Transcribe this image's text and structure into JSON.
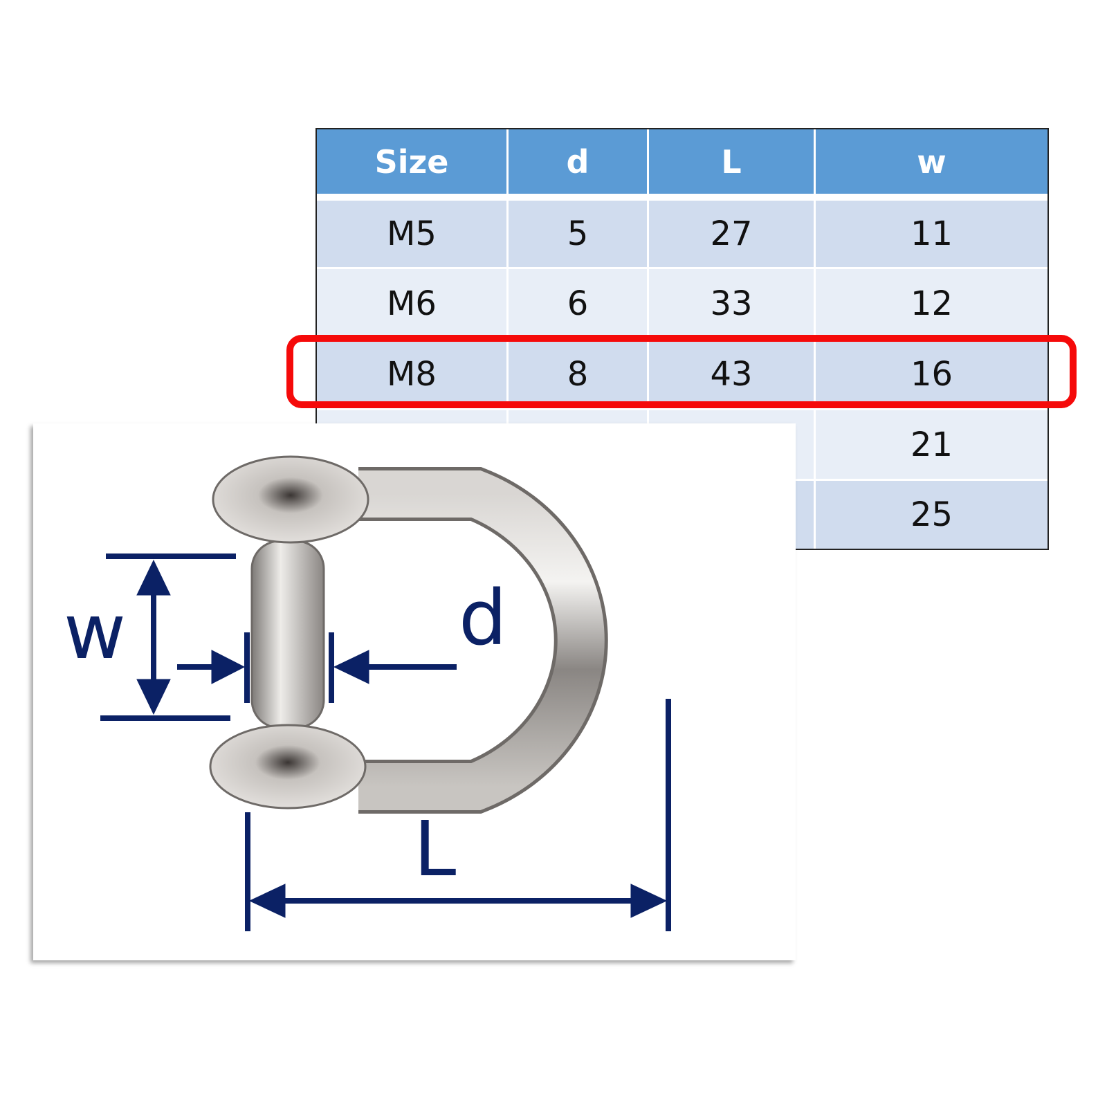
{
  "table": {
    "headers": [
      "Size",
      "d",
      "L",
      "w"
    ],
    "rows": [
      [
        "M5",
        "5",
        "27",
        "11"
      ],
      [
        "M6",
        "6",
        "33",
        "12"
      ],
      [
        "M8",
        "8",
        "43",
        "16"
      ],
      [
        "",
        "",
        "",
        "21"
      ],
      [
        "",
        "",
        "",
        "25"
      ]
    ],
    "highlighted_row": 2
  },
  "diagram": {
    "labels": {
      "w": "w",
      "d": "d",
      "L": "L"
    }
  },
  "colors": {
    "header": "#5b9bd5",
    "highlight": "#f50a0a",
    "dimension": "#0b2165"
  }
}
